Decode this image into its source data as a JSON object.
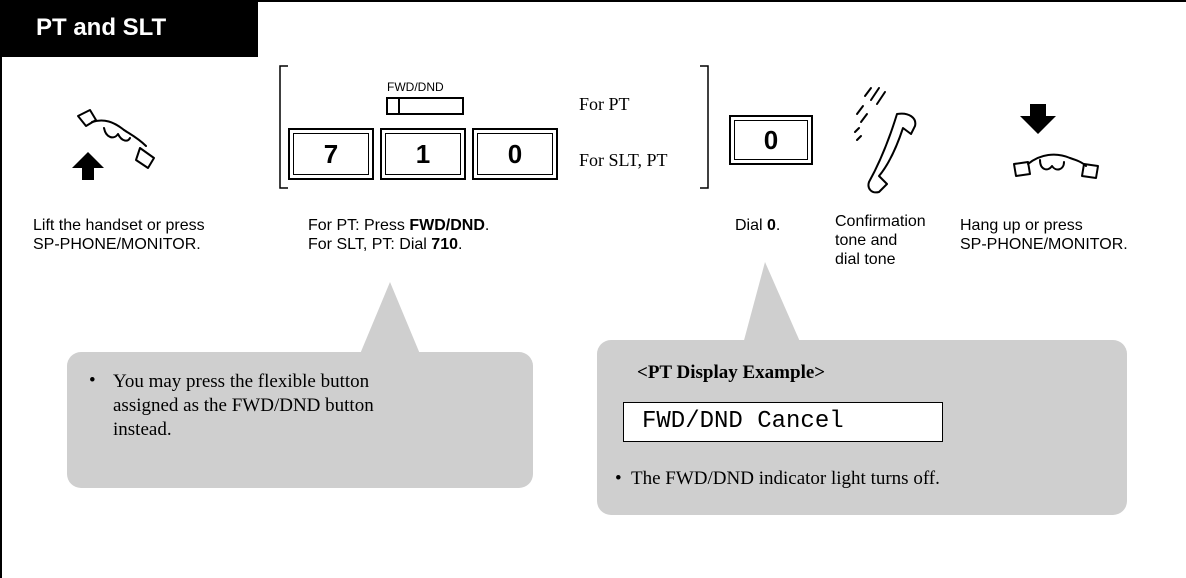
{
  "header": {
    "title": "PT and SLT"
  },
  "steps": {
    "lift": {
      "line1": "Lift the handset or press",
      "line2": "SP-PHONE/MONITOR."
    },
    "feature": {
      "button_label": "FWD/DND",
      "keys": [
        "7",
        "1",
        "0"
      ],
      "for_pt": "For PT",
      "for_slt_pt": "For SLT, PT",
      "pt_prefix": "For PT: Press ",
      "pt_bold": "FWD/DND",
      "pt_suffix": ".",
      "slt_prefix": "For SLT, PT: Dial ",
      "slt_bold": "710",
      "slt_suffix": "."
    },
    "dial": {
      "key": "0",
      "prefix": "Dial ",
      "bold": "0",
      "suffix": "."
    },
    "confirm": {
      "line1": "Confirmation",
      "line2": "tone and",
      "line3": "dial tone"
    },
    "hangup": {
      "line1": "Hang up or press",
      "line2": "SP-PHONE/MONITOR."
    }
  },
  "callouts": {
    "left": {
      "bullet": "•",
      "line1": "You may press the flexible button",
      "line2": "assigned as the FWD/DND button",
      "line3": "instead."
    },
    "right": {
      "heading": "<PT Display Example>",
      "display": "FWD/DND Cancel",
      "bullet": "•",
      "note": "The FWD/DND indicator light turns off."
    }
  },
  "icons": [
    "handset-lift-icon",
    "handset-tone-icon",
    "handset-hangup-icon"
  ]
}
